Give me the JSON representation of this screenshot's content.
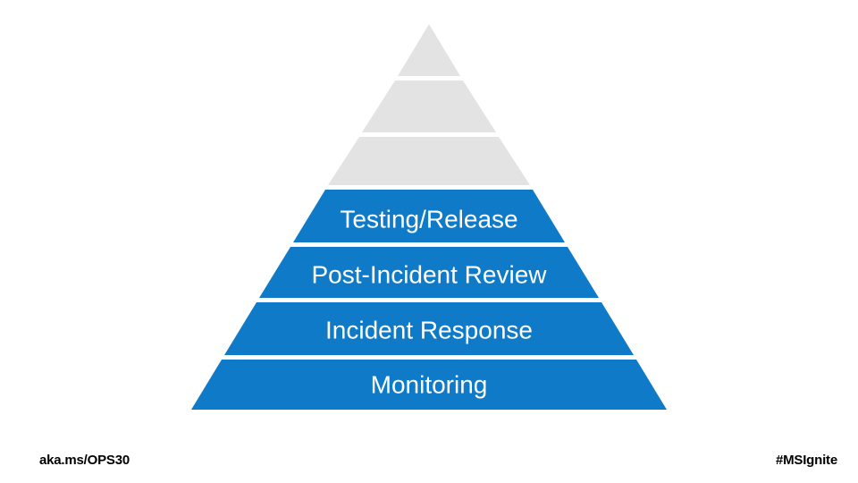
{
  "slide": {
    "background_color": "#FFFFFF",
    "diagram": {
      "type": "pyramid",
      "title": "",
      "accent_color": "#0F7AC8",
      "muted_color": "#E3E3E3",
      "label_color": "#FFFFFF",
      "layers": [
        {
          "index": 0,
          "label": "",
          "filled": false,
          "color": "#E3E3E3"
        },
        {
          "index": 1,
          "label": "",
          "filled": false,
          "color": "#E3E3E3"
        },
        {
          "index": 2,
          "label": "",
          "filled": false,
          "color": "#E3E3E3"
        },
        {
          "index": 3,
          "label": "Testing/Release",
          "filled": true,
          "color": "#0F7AC8"
        },
        {
          "index": 4,
          "label": "Post-Incident Review",
          "filled": true,
          "color": "#0F7AC8"
        },
        {
          "index": 5,
          "label": "Incident Response",
          "filled": true,
          "color": "#0F7AC8"
        },
        {
          "index": 6,
          "label": "Monitoring",
          "filled": true,
          "color": "#0F7AC8"
        }
      ]
    }
  },
  "footer": {
    "left_label": "aka.ms/OPS30",
    "right_label": "#MSIgnite"
  }
}
